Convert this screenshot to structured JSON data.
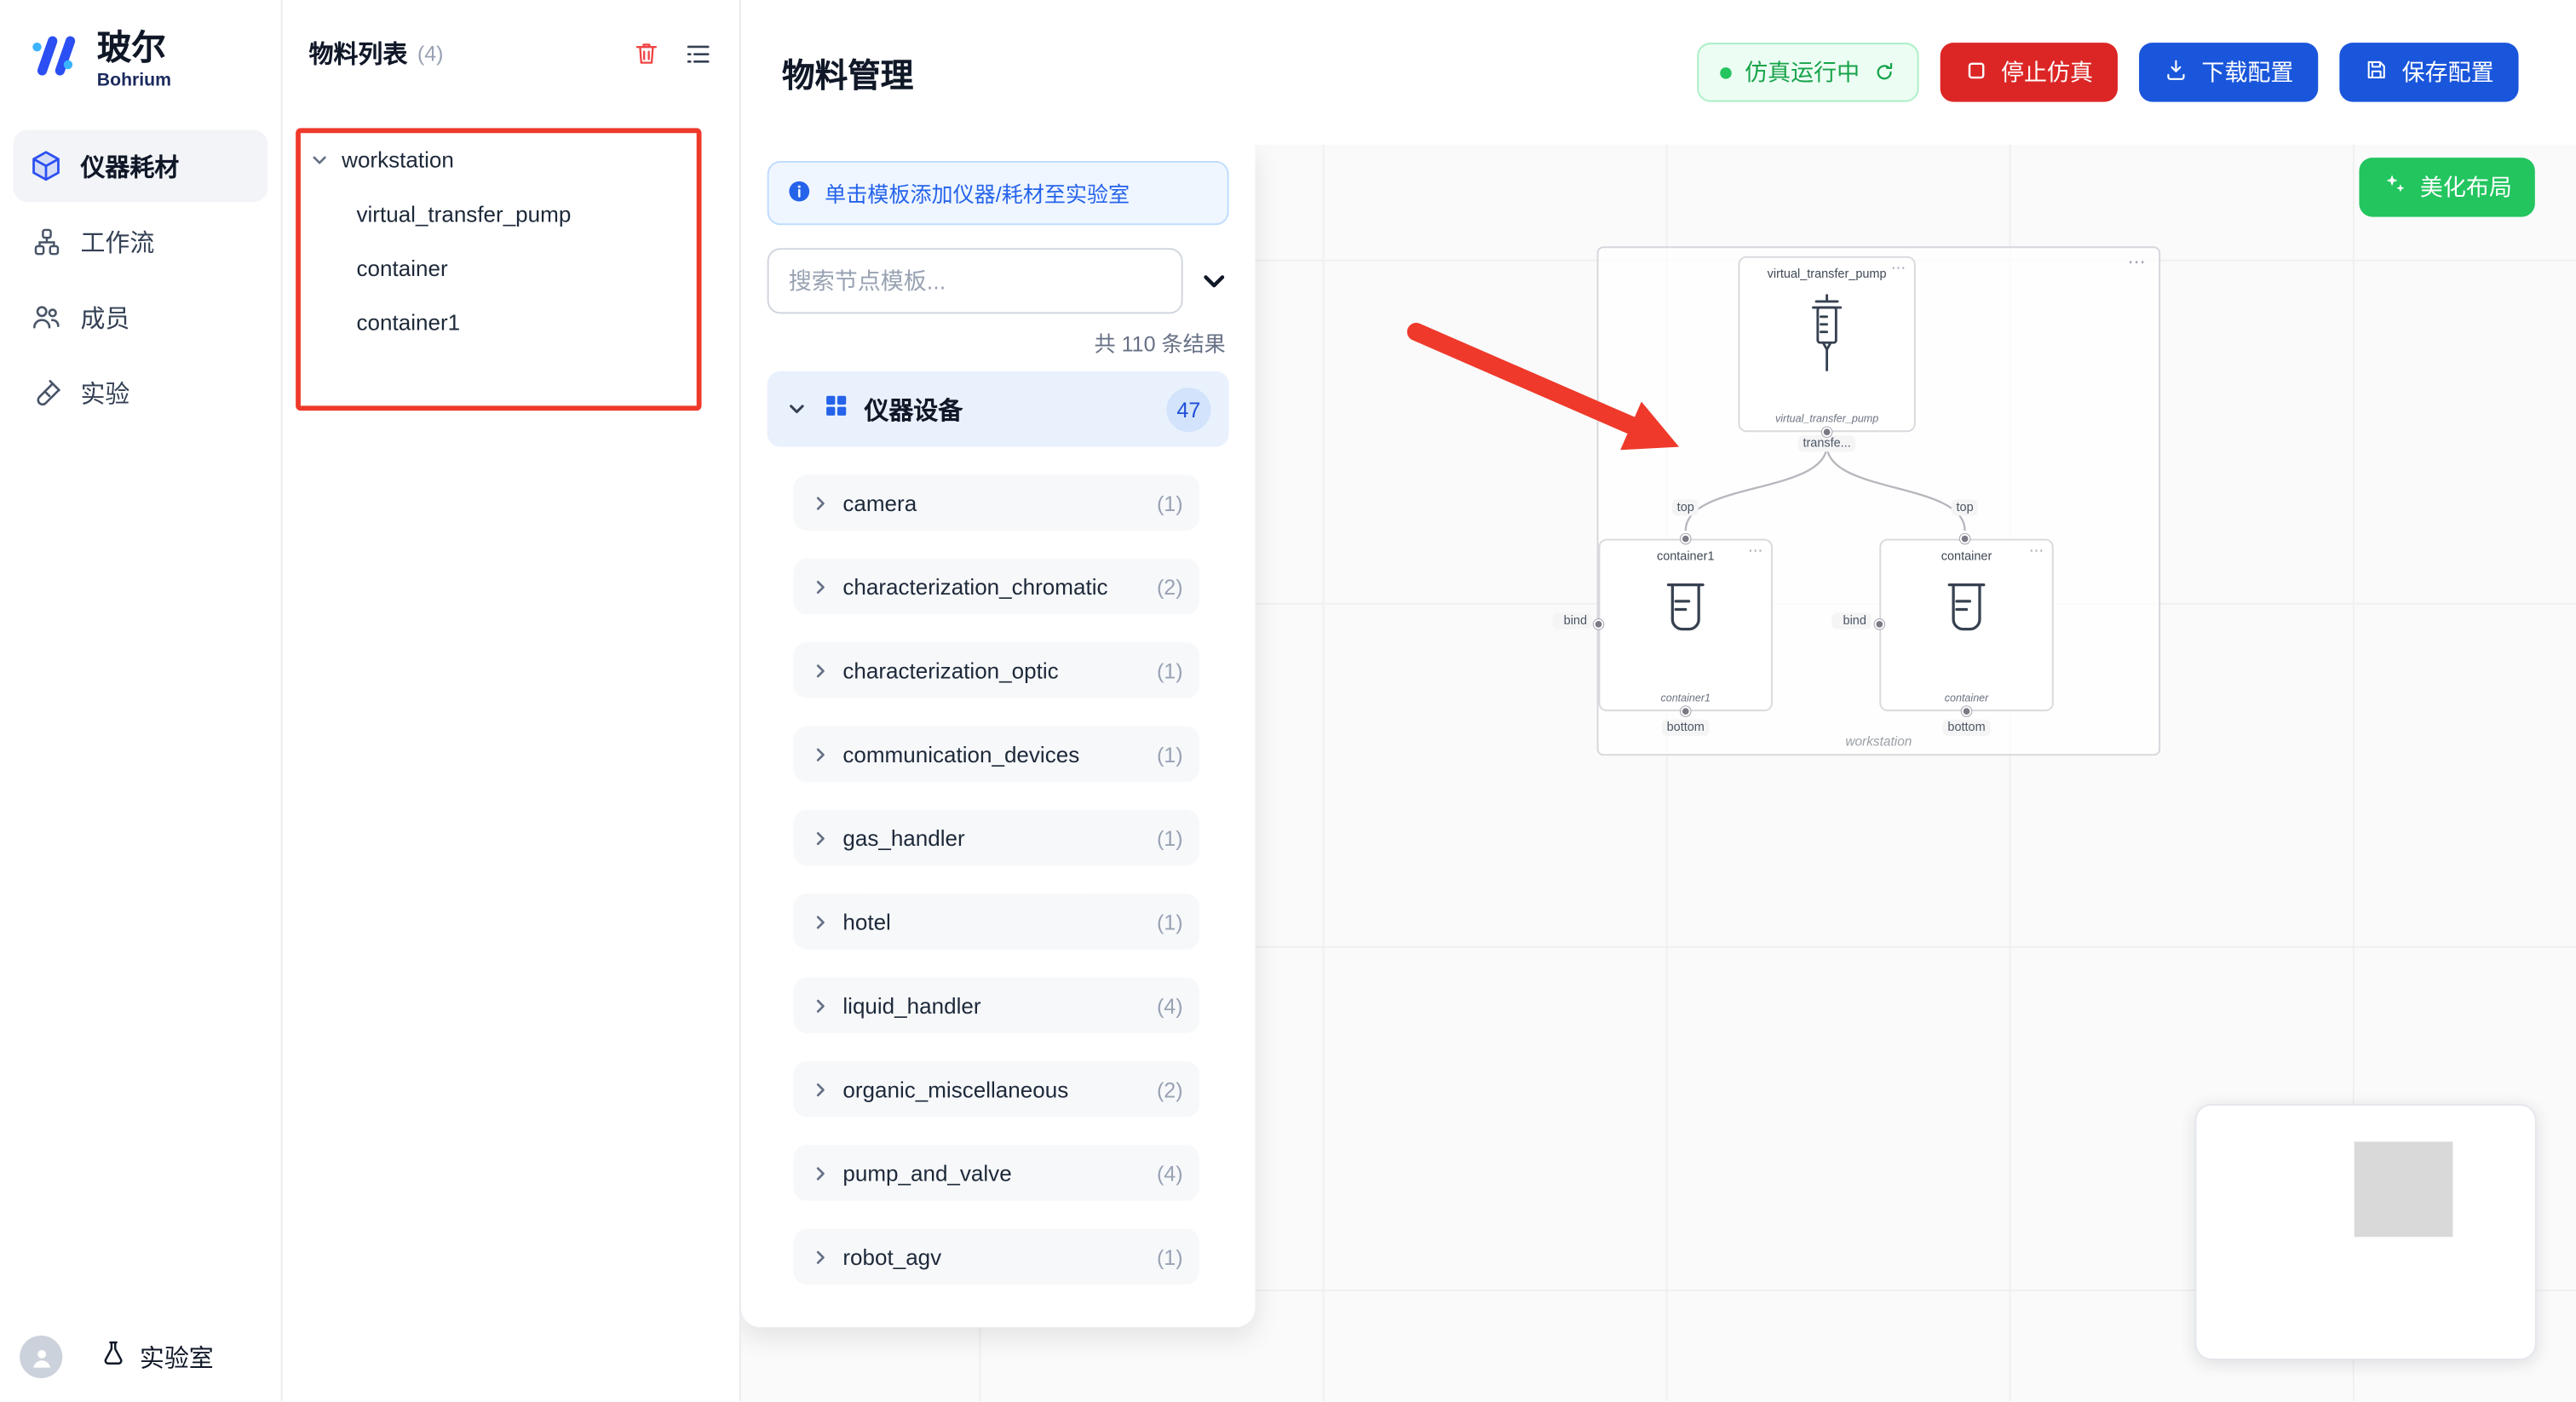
{
  "brand": {
    "name_zh": "玻尔",
    "name_en": "Bohrium"
  },
  "sidebar": {
    "items": [
      {
        "label": "仪器耗材"
      },
      {
        "label": "工作流"
      },
      {
        "label": "成员"
      },
      {
        "label": "实验"
      }
    ],
    "footer_label": "实验室"
  },
  "materials_panel": {
    "title": "物料列表",
    "count": "(4)",
    "tree": {
      "root": "workstation",
      "children": [
        {
          "label": "virtual_transfer_pump"
        },
        {
          "label": "container"
        },
        {
          "label": "container1"
        }
      ]
    }
  },
  "header": {
    "title": "物料管理",
    "status_label": "仿真运行中",
    "stop_label": "停止仿真",
    "download_label": "下载配置",
    "save_label": "保存配置"
  },
  "template_panel": {
    "banner": "单击模板添加仪器/耗材至实验室",
    "search_placeholder": "搜索节点模板...",
    "results_text": "共 110 条结果",
    "category": {
      "label": "仪器设备",
      "badge": "47"
    },
    "items": [
      {
        "label": "camera",
        "count": "(1)"
      },
      {
        "label": "characterization_chromatic",
        "count": "(2)"
      },
      {
        "label": "characterization_optic",
        "count": "(1)"
      },
      {
        "label": "communication_devices",
        "count": "(1)"
      },
      {
        "label": "gas_handler",
        "count": "(1)"
      },
      {
        "label": "hotel",
        "count": "(1)"
      },
      {
        "label": "liquid_handler",
        "count": "(4)"
      },
      {
        "label": "organic_miscellaneous",
        "count": "(2)"
      },
      {
        "label": "pump_and_valve",
        "count": "(4)"
      },
      {
        "label": "robot_agv",
        "count": "(1)"
      }
    ]
  },
  "canvas": {
    "beautify_label": "美化布局",
    "workstation": {
      "label": "workstation",
      "menu": "⋯",
      "pump": {
        "title": "virtual_transfer_pump",
        "sublabel": "virtual_transfer_pump",
        "out_port_label": "transfe...",
        "menu": "⋯"
      },
      "containers": [
        {
          "title": "container1",
          "sublabel": "container1",
          "top_port": "top",
          "side_port": "bind",
          "bottom_port": "bottom",
          "menu": "⋯"
        },
        {
          "title": "container",
          "sublabel": "container",
          "top_port": "top",
          "side_port": "bind",
          "bottom_port": "bottom",
          "menu": "⋯"
        }
      ]
    }
  },
  "colors": {
    "brand_blue": "#2b4ff2",
    "primary_blue": "#1a56db",
    "danger_red": "#dc2626",
    "success_green": "#22c55e",
    "annotation_red": "#ee392b"
  }
}
